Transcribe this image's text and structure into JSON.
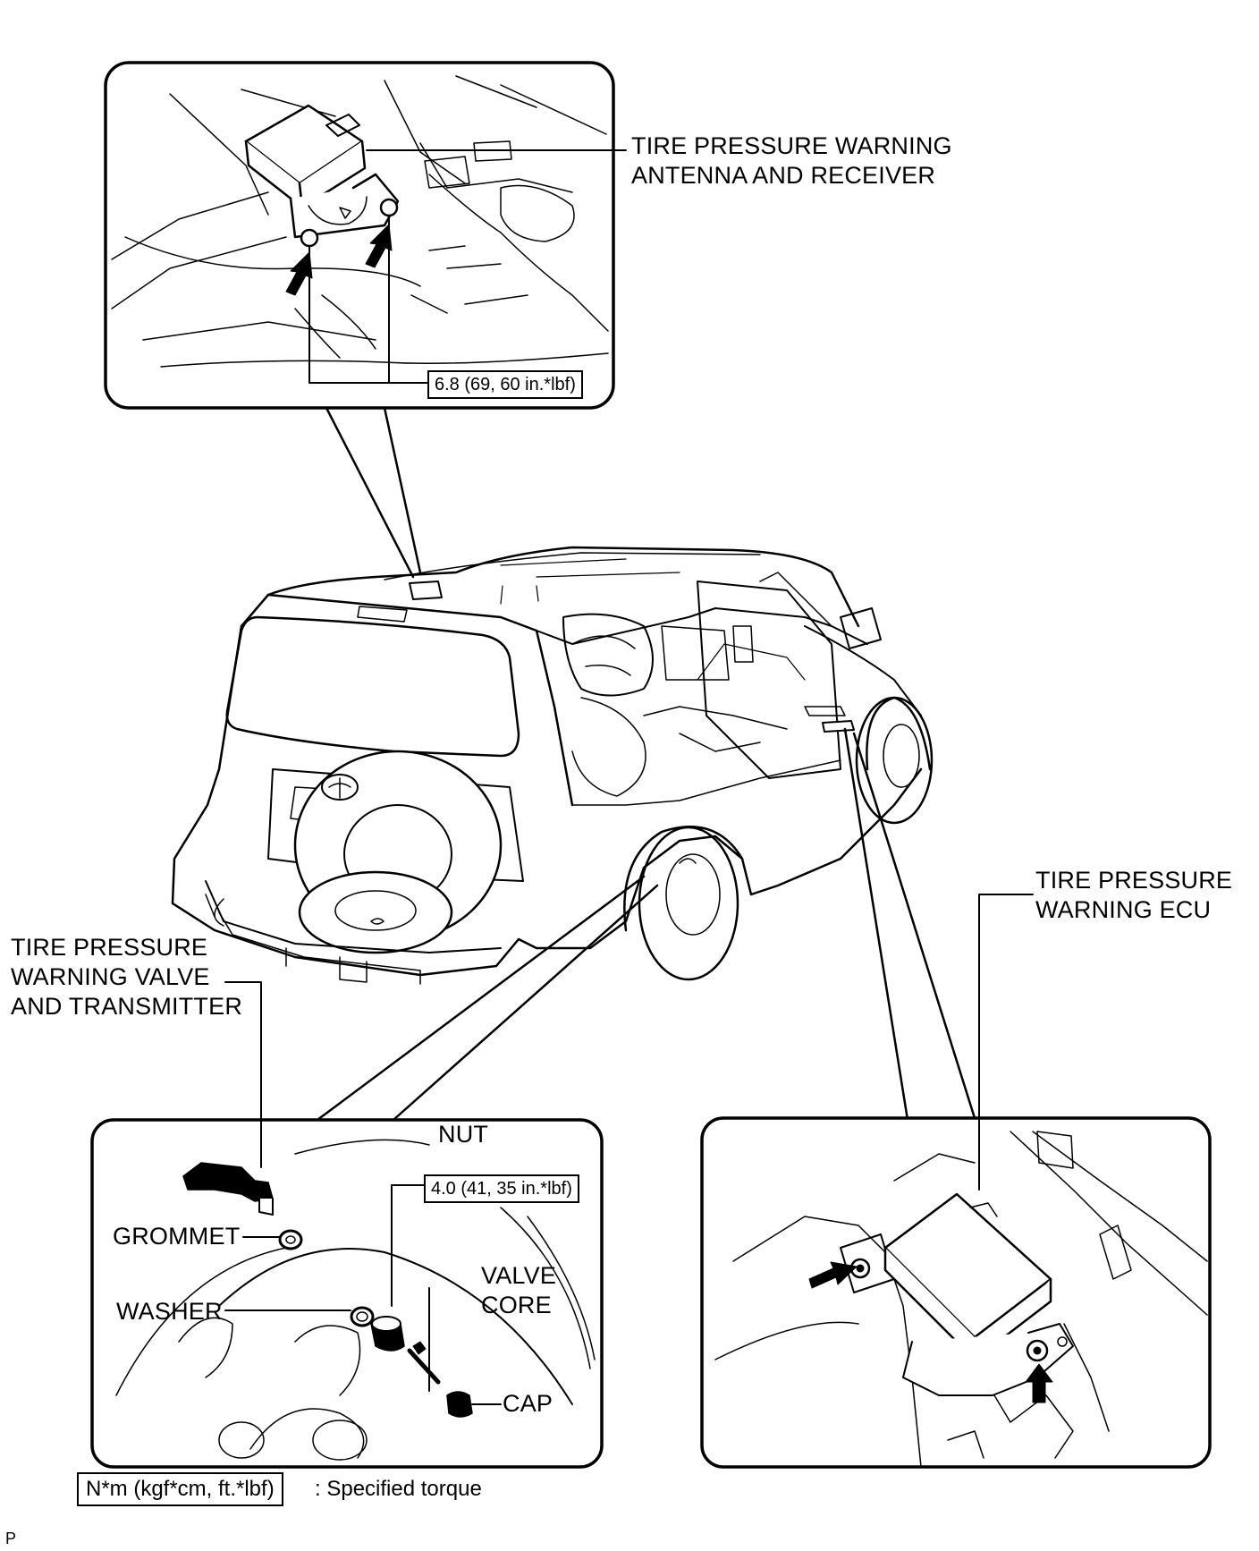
{
  "labels": {
    "antenna": [
      "TIRE PRESSURE WARNING",
      "ANTENNA AND RECEIVER"
    ],
    "ecu": [
      "TIRE PRESSURE",
      "WARNING ECU"
    ],
    "valve": [
      "TIRE PRESSURE",
      "WARNING VALVE",
      "AND TRANSMITTER"
    ],
    "nut": "NUT",
    "grommet": "GROMMET",
    "washer": "WASHER",
    "valve_core": [
      "VALVE",
      "CORE"
    ],
    "cap": "CAP"
  },
  "torque": {
    "antenna": "6.8 (69, 60 in.*lbf)",
    "nut": "4.0 (41, 35 in.*lbf)"
  },
  "legend": {
    "unit": "N*m (kgf*cm, ft.*lbf)",
    "text": ": Specified torque"
  },
  "corner_mark": "P"
}
